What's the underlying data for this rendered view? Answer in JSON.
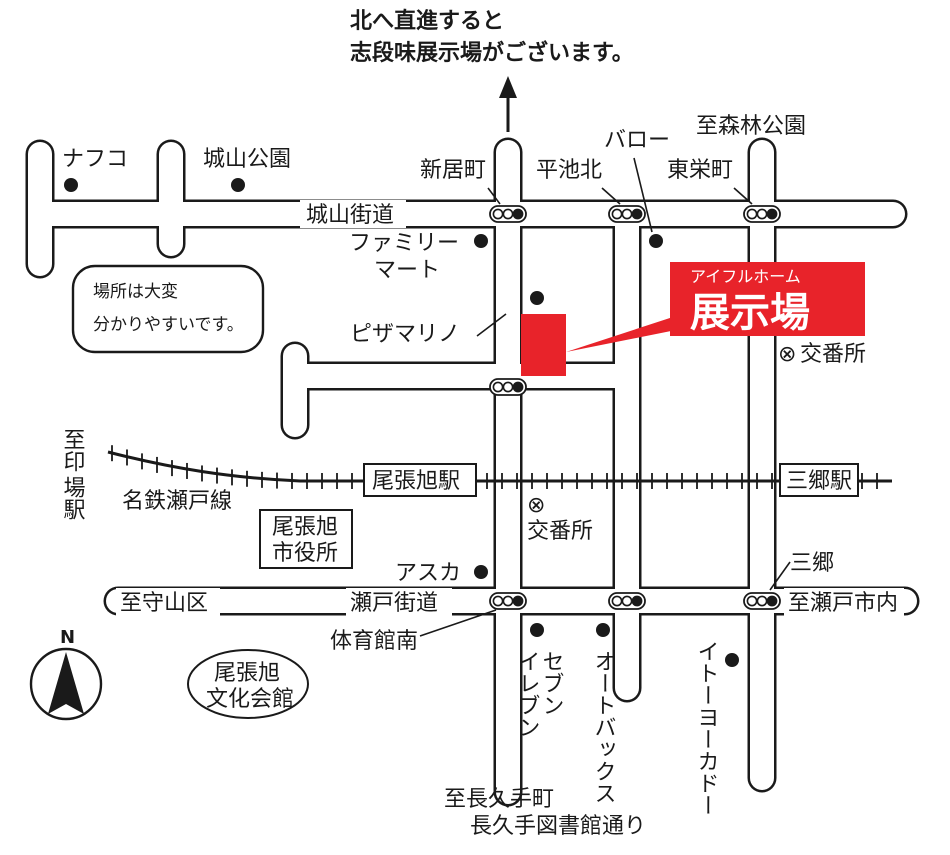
{
  "header": {
    "line1": "北へ直進すると",
    "line2": "志段味展示場がございます。"
  },
  "note": {
    "line1": "場所は大変",
    "line2": "分かりやすいです。"
  },
  "showroom": {
    "brand": "アイフルホーム",
    "title": "展示場",
    "color": "#e8232a"
  },
  "roads": {
    "shiroyama": "城山街道",
    "seto": "瀬戸街道",
    "nagakute_library": "長久手図書館通り"
  },
  "railway": {
    "line_name": "名鉄瀬戸線",
    "station_owari_asahi": "尾張旭駅",
    "station_sango": "三郷駅",
    "to_inba_line1": "至印",
    "to_inba_line2": "場駅"
  },
  "directions": {
    "to_moriyama": "至守山区",
    "to_setoshi": "至瀬戸市内",
    "to_nagakute": "至長久手町",
    "to_morinpark": "至森林公園"
  },
  "intersections": {
    "shinimachi": "新居町",
    "hiraikekita": "平池北",
    "toeicho": "東栄町",
    "taiikukanminami": "体育館南",
    "sango": "三郷"
  },
  "landmarks": {
    "nafuko": "ナフコ",
    "shiroyama_park": "城山公園",
    "family_mart_line1": "ファミリー",
    "family_mart_line2": "マート",
    "pizza": "ピザマリノ",
    "baro": "バロー",
    "koban_symbol": "⊗",
    "koban": "交番所",
    "city_hall_line1": "尾張旭",
    "city_hall_line2": "市役所",
    "asuka": "アスカ",
    "seven_line1": "セブン",
    "seven_line2": "イレブン",
    "autobacs": "オートバックス",
    "itoyokado": "イトーヨーカドー",
    "culture_hall_line1": "尾張旭",
    "culture_hall_line2": "文化会館"
  },
  "compass": {
    "north": "N"
  }
}
